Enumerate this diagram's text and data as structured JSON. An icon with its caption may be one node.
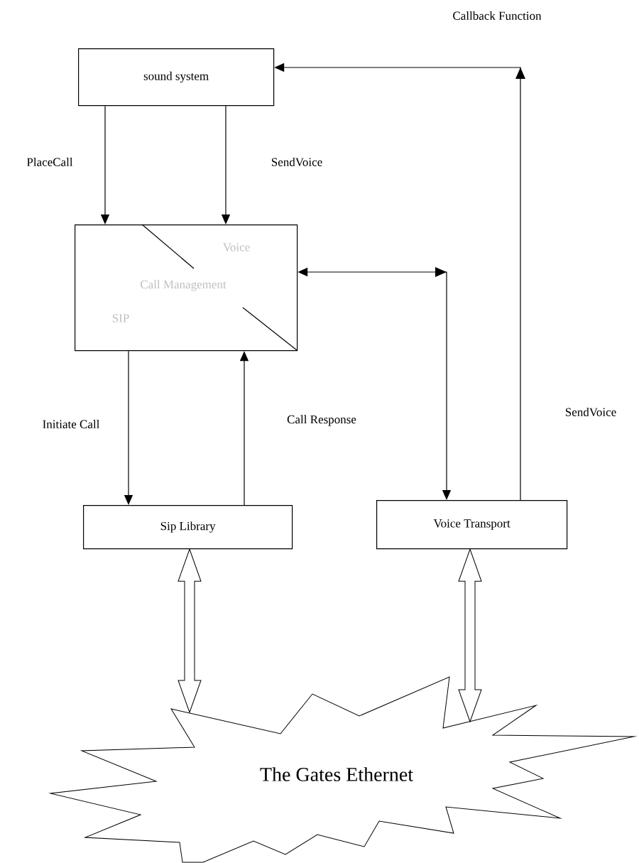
{
  "diagram": {
    "nodes": [
      {
        "text": [
          "sound system"
        ]
      },
      {
        "text": [
          "Voice",
          "Call Management",
          "SIP"
        ]
      },
      {
        "text": [
          "Sip Library"
        ]
      },
      {
        "text": [
          "Voice Transport"
        ]
      },
      {
        "text": [
          "The Gates Ethernet"
        ]
      }
    ],
    "edges": [
      {
        "from": 0,
        "to": 1,
        "arrow": "to",
        "label": "PlaceCall"
      },
      {
        "from": 0,
        "to": 1,
        "arrow": "to",
        "label": "SendVoice"
      },
      {
        "from": 1,
        "to": 2,
        "arrow": "to",
        "label": "Initiate Call"
      },
      {
        "from": 2,
        "to": 1,
        "arrow": "to",
        "label": "Call Response"
      },
      {
        "from": 1,
        "to": 3,
        "arrow": "both"
      },
      {
        "from": 3,
        "to": 0,
        "arrow": "to",
        "label": "SendVoice"
      },
      {
        "from": 2,
        "to": 4,
        "arrow": "both",
        "style": "thick"
      },
      {
        "from": 3,
        "to": 4,
        "arrow": "both",
        "style": "thick"
      }
    ],
    "labels": [
      "Callback Function"
    ]
  }
}
